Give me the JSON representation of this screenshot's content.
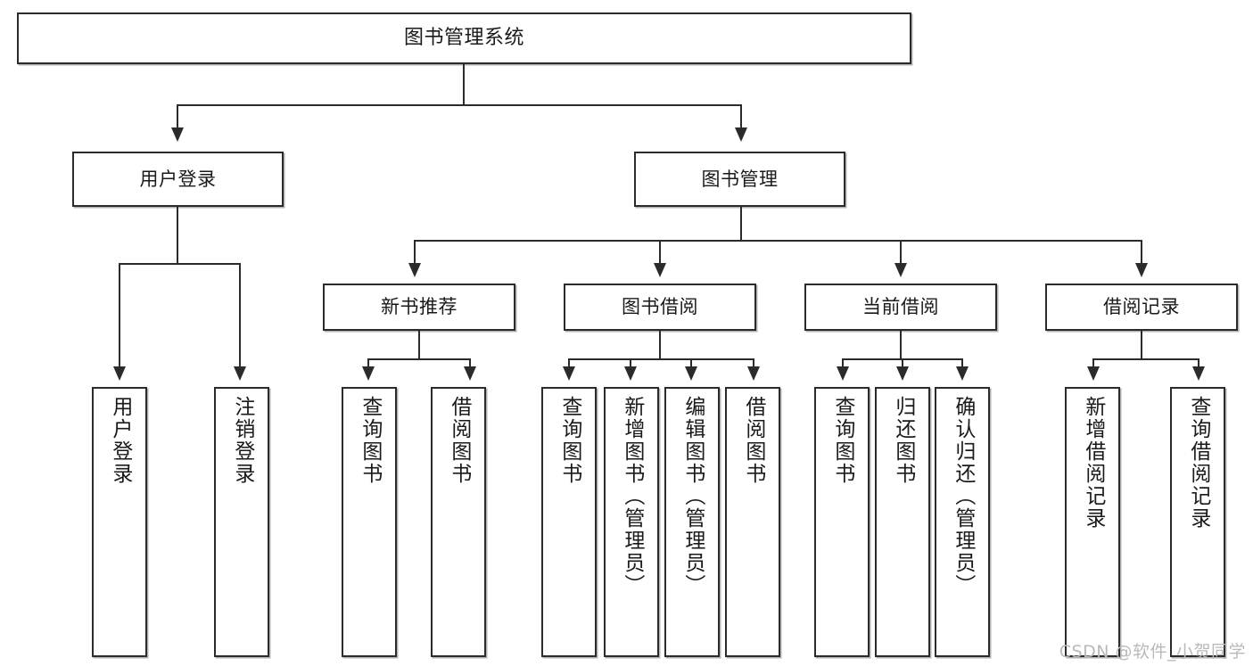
{
  "diagram": {
    "type": "tree-hierarchy",
    "title": "图书管理系统",
    "root": {
      "label": "图书管理系统",
      "level": 0
    },
    "level2": [
      {
        "label": "用户登录"
      },
      {
        "label": "图书管理"
      }
    ],
    "level3": [
      {
        "label": "新书推荐"
      },
      {
        "label": "图书借阅"
      },
      {
        "label": "当前借阅"
      },
      {
        "label": "借阅记录"
      }
    ],
    "leaves": {
      "user_login": [
        {
          "label": "用户登录"
        },
        {
          "label": "注销登录"
        }
      ],
      "new_book_recommend": [
        {
          "label": "查询图书"
        },
        {
          "label": "借阅图书"
        }
      ],
      "book_borrow": [
        {
          "label": "查询图书"
        },
        {
          "label": "新增图书（管理员）"
        },
        {
          "label": "编辑图书（管理员）"
        },
        {
          "label": "借阅图书"
        }
      ],
      "current_borrow": [
        {
          "label": "查询图书"
        },
        {
          "label": "归还图书"
        },
        {
          "label": "确认归还（管理员）"
        }
      ],
      "borrow_record": [
        {
          "label": "新增借阅记录"
        },
        {
          "label": "查询借阅记录"
        }
      ]
    }
  },
  "watermark": {
    "text": "CSDN @软件_小贺同学"
  },
  "colors": {
    "stroke": "#2b2b2b",
    "fill": "#ffffff",
    "text": "#1a1a1a",
    "watermark": "#b9b9b9"
  }
}
